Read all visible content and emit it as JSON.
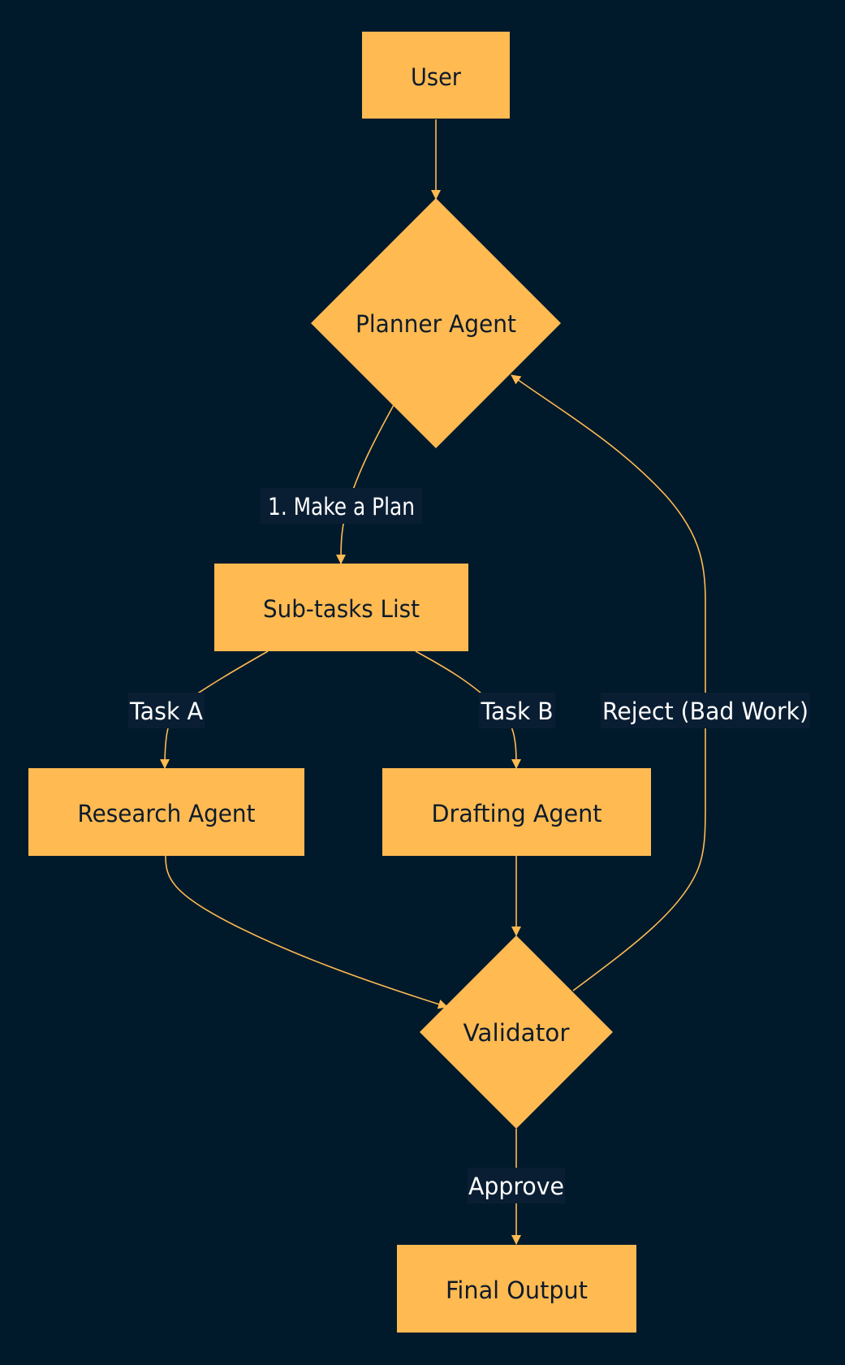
{
  "colors": {
    "background": "#011a2b",
    "node_fill": "#ffba52",
    "node_text": "#0d1b2a",
    "edge": "#ffba52",
    "edge_label_bg": "#0a1e33",
    "edge_label_text": "#ffffff"
  },
  "nodes": {
    "user": "User",
    "planner": "Planner Agent",
    "subtasks": "Sub-tasks List",
    "research": "Research Agent",
    "drafting": "Drafting Agent",
    "validator": "Validator",
    "final": "Final Output"
  },
  "edges": {
    "make_plan": "1. Make a Plan",
    "task_a": "Task A",
    "task_b": "Task B",
    "reject": "Reject (Bad Work)",
    "approve": "Approve"
  }
}
